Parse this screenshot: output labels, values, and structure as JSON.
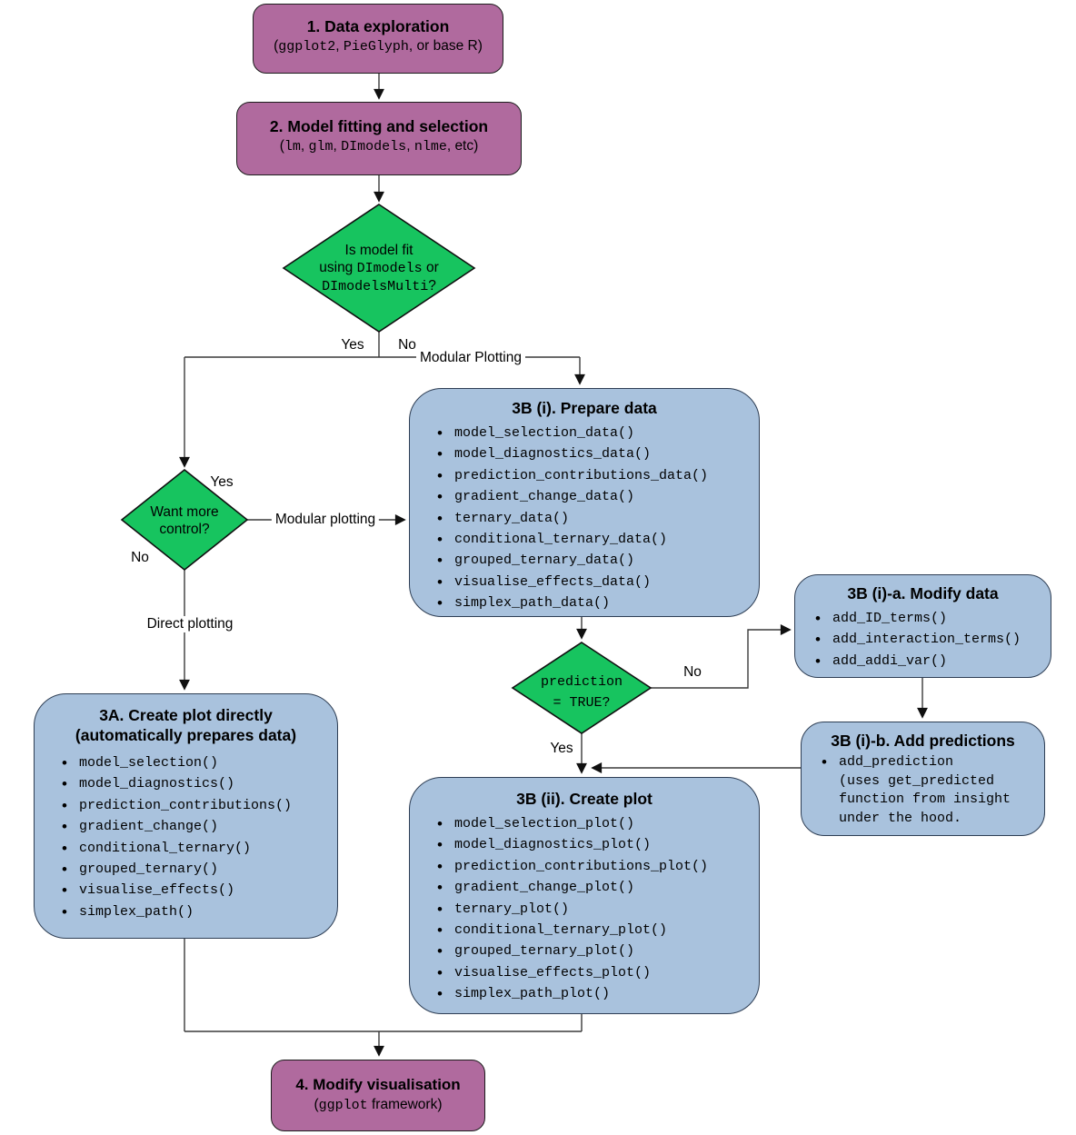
{
  "colors": {
    "purple": "#b06a9e",
    "green": "#17c45f",
    "blue": "#a9c2dd",
    "line": "#3a3a3a"
  },
  "boxes": {
    "step1": {
      "title": "1. Data exploration",
      "subtitle": [
        {
          "t": "(",
          "m": 0
        },
        {
          "t": "ggplot2",
          "m": 1
        },
        {
          "t": ", ",
          "m": 0
        },
        {
          "t": "PieGlyph",
          "m": 1
        },
        {
          "t": ", or base R)",
          "m": 0
        }
      ]
    },
    "step2": {
      "title": "2. Model fitting and selection",
      "subtitle": [
        {
          "t": "(",
          "m": 0
        },
        {
          "t": "lm",
          "m": 1
        },
        {
          "t": ", ",
          "m": 0
        },
        {
          "t": "glm",
          "m": 1
        },
        {
          "t": ", ",
          "m": 0
        },
        {
          "t": "DImodels",
          "m": 1
        },
        {
          "t": ", ",
          "m": 0
        },
        {
          "t": "nlme",
          "m": 1
        },
        {
          "t": ", etc)",
          "m": 0
        }
      ]
    },
    "step3a": {
      "title_line1": "3A. Create plot directly",
      "title_line2": "(automatically prepares data)",
      "items": [
        "model_selection()",
        "model_diagnostics()",
        "prediction_contributions()",
        "gradient_change()",
        "conditional_ternary()",
        "grouped_ternary()",
        "visualise_effects()",
        "simplex_path()"
      ]
    },
    "step3bi": {
      "title": "3B (i). Prepare data",
      "items": [
        "model_selection_data()",
        "model_diagnostics_data()",
        "prediction_contributions_data()",
        "gradient_change_data()",
        "ternary_data()",
        "conditional_ternary_data()",
        "grouped_ternary_data()",
        "visualise_effects_data()",
        "simplex_path_data()"
      ]
    },
    "modify_data": {
      "title": "3B (i)-a. Modify data",
      "items": [
        "add_ID_terms()",
        "add_interaction_terms()",
        "add_addi_var()"
      ]
    },
    "add_predictions": {
      "title": "3B (i)-b. Add predictions",
      "content": [
        {
          "t": "add_prediction",
          "m": 1
        },
        {
          "br": 1
        },
        {
          "t": "(uses ",
          "m": 0
        },
        {
          "t": "get_predicted",
          "m": 1
        },
        {
          "br": 1
        },
        {
          "t": "function from ",
          "m": 0
        },
        {
          "t": "insight",
          "m": 1
        },
        {
          "br": 1
        },
        {
          "t": "under the hood.",
          "m": 0
        }
      ]
    },
    "step3bii": {
      "title": "3B (ii). Create plot",
      "items": [
        "model_selection_plot()",
        "model_diagnostics_plot()",
        "prediction_contributions_plot()",
        "gradient_change_plot()",
        "ternary_plot()",
        "conditional_ternary_plot()",
        "grouped_ternary_plot()",
        "visualise_effects_plot()",
        "simplex_path_plot()"
      ]
    },
    "step4": {
      "title": "4. Modify visualisation",
      "subtitle": [
        {
          "t": "(",
          "m": 0
        },
        {
          "t": "ggplot",
          "m": 1
        },
        {
          "t": " framework)",
          "m": 0
        }
      ]
    }
  },
  "diamonds": {
    "d1": {
      "line1": [
        {
          "t": "Is model fit",
          "m": 0
        }
      ],
      "line2": [
        {
          "t": "using ",
          "m": 0
        },
        {
          "t": "DImodels",
          "m": 1
        },
        {
          "t": " or",
          "m": 0
        }
      ],
      "line3": [
        {
          "t": "DImodelsMulti",
          "m": 1
        },
        {
          "t": "?",
          "m": 0
        }
      ]
    },
    "d2": {
      "line1": [
        {
          "t": "Want more",
          "m": 0
        }
      ],
      "line2": [
        {
          "t": "control?",
          "m": 0
        }
      ]
    },
    "d3": {
      "line1": [
        {
          "t": "prediction",
          "m": 1
        }
      ],
      "line2": [
        {
          "t": "= TRUE?",
          "m": 1
        }
      ]
    }
  },
  "edge_labels": {
    "yes1": "Yes",
    "no1": "No",
    "modular_plotting_1": "Modular Plotting",
    "yes2": "Yes",
    "no2": "No",
    "modular_plotting_2": "Modular plotting",
    "direct_plotting": "Direct plotting",
    "no3": "No",
    "yes3": "Yes"
  }
}
